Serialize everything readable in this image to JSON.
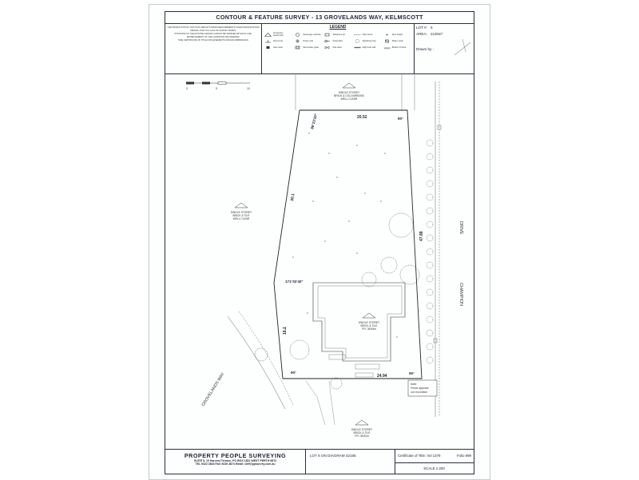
{
  "title": "CONTOUR & FEATURE SURVEY - 13 GROVELANDS WAY, KELMSCOTT",
  "notes": [
    "THE PRODUCTION OF THIS PLAN RESULTS FROM MEASUREMENTS TAKEN FROM EXISTING FENCES, DUE TO A LACK OF SURVEY MARKS.",
    "POSITIONS OF THE EXISTING FENCES CANNOT BE VERIFIED WITHOUT A RE-ESTABLISHMENT OF THE CADASTRAL BOUNDARIES.",
    "TAKE CERTIFICATE OF TITLE FOR EASEMENTS AND ENCUMBRANCES."
  ],
  "legend": {
    "title": "LEGEND",
    "items": [
      "Temporary benchmark",
      "Sewerage manhole",
      "Telephone pit",
      "Fibre fence",
      "Spot height",
      "Floor level",
      "Power pole",
      "Street light",
      "Significant tree",
      "Water meter",
      "Gas meter",
      "Stormwater grate",
      "Gas valve",
      "High level wall",
      "Bottom of bank"
    ]
  },
  "lot": {
    "lot_label": "LOT #:",
    "lot_value": "6",
    "area_label": "AREA:",
    "area_value": "1126m²",
    "drawn_label": "Drawn by :"
  },
  "plan": {
    "scale_ticks": [
      "0",
      "5",
      "10"
    ],
    "dim_top": "20.52",
    "dim_left": "30.1",
    "dim_right": "47.88",
    "dim_bottom_left": "18.1",
    "dim_bottom": "24.94",
    "bearing_top_left": "86°23'20\"",
    "bearing_top_right": "90°",
    "bearing_mid": "171°32'40\"",
    "bearing_bottom_left": "90°",
    "bearing_bottom_right": "90°",
    "house_top": [
      "SINGLE STOREY",
      "BRICK & COLOURBOND",
      "WELL CLEAR"
    ],
    "house_left": [
      "SINGLE STOREY",
      "BRICK & TILE",
      "WELL CLEAR"
    ],
    "house_main": [
      "SINGLE STOREY",
      "BRICK & TILE",
      "FFL 38.65m"
    ],
    "house_bottom": [
      "SINGLE STOREY",
      "BRICK & TILE",
      "FFL 38.82m"
    ],
    "street_right": "CHAMPION",
    "street_right2": "DRIVE",
    "street_left": "GROVELANDS WAY",
    "note": [
      "Note:",
      "Fence appears",
      "out of position"
    ]
  },
  "footer": {
    "company": "PROPERTY PEOPLE SURVEYING",
    "address": "SUITE 5, 10 Harvest Terrace, PO BOX 1831 WEST PERTH 6872",
    "contact": "TEL 9322 3833   FAX 9226 4874   Email: cliff@ppsurvey.com.au",
    "diagram": "LOT  6  ON DIAGRAM   42165",
    "ct_label": "Certificate of Title: Vol 1379",
    "folio": "Folio 899",
    "scale": "SCALE 1:200"
  }
}
